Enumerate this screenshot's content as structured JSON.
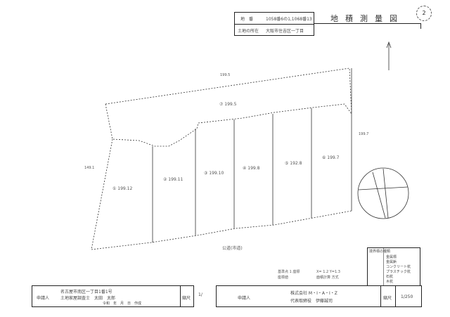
{
  "header": {
    "location_label": "地　番",
    "location_value": "1058番6の1,1068番13",
    "address_label": "土地の所在",
    "address_value": "大阪市住吉区一丁目",
    "title": "地積測量図",
    "sheet_number": "2"
  },
  "plan": {
    "lots": [
      "① 199.12",
      "② 199.11",
      "③ 199.10",
      "④ 199.8",
      "⑤ 192.8",
      "⑥ 199.7",
      "⑦ 199.5"
    ],
    "road_label": "公道(市道)",
    "side_labels": [
      "199.5",
      "149.1",
      "199.7"
    ],
    "notes": [
      "基準点 1 座標",
      "座標値",
      "X= 1.2 Y=1.3",
      "面積計算 方式"
    ]
  },
  "legend": {
    "title": "境界標の種類",
    "items": [
      "金属標",
      "金属鋲",
      "コンクリート杭",
      "プラスチック杭",
      "石杭",
      "木杭"
    ]
  },
  "footer_left": {
    "label": "申請人",
    "address": "名古屋市南区一丁目1番1号",
    "name": "土地家屋調査士　太田　太郎",
    "note": "令和　年　月　日　作成",
    "scale_label": "縮尺",
    "scale_value": "1/"
  },
  "footer_right": {
    "label": "申請人",
    "company": "株式会社 M・I・A・I・Z",
    "representative": "代表取締役　伊藤誠司",
    "scale_label": "縮尺",
    "scale_value": "1/250"
  }
}
